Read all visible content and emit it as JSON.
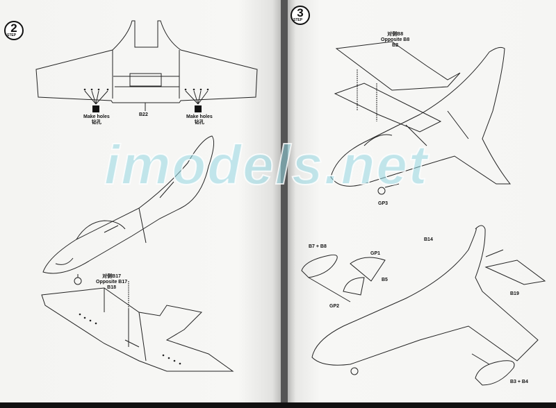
{
  "left_page": {
    "step": {
      "number": "2",
      "label": "STEP"
    },
    "part_b22": "B22",
    "make_holes_left": {
      "en": "Make holes",
      "cn": "钻孔"
    },
    "make_holes_right": {
      "en": "Make holes",
      "cn": "钻孔"
    },
    "opposite_label": {
      "cn": "对侧B17",
      "en": "Opposite B17",
      "part": "B18"
    }
  },
  "right_page": {
    "step": {
      "number": "3",
      "label": "STEP"
    },
    "opposite_label": {
      "cn": "对侧B8",
      "en": "Opposite B8",
      "part": "B2"
    },
    "parts": {
      "gp3": "GP3",
      "b7_b8": "B7 + B8",
      "gp1": "GP1",
      "b5": "B5",
      "gp2": "GP2",
      "b14": "B14",
      "b19": "B19",
      "b3_b4": "B3 + B4"
    }
  },
  "watermark": "imodels.net"
}
